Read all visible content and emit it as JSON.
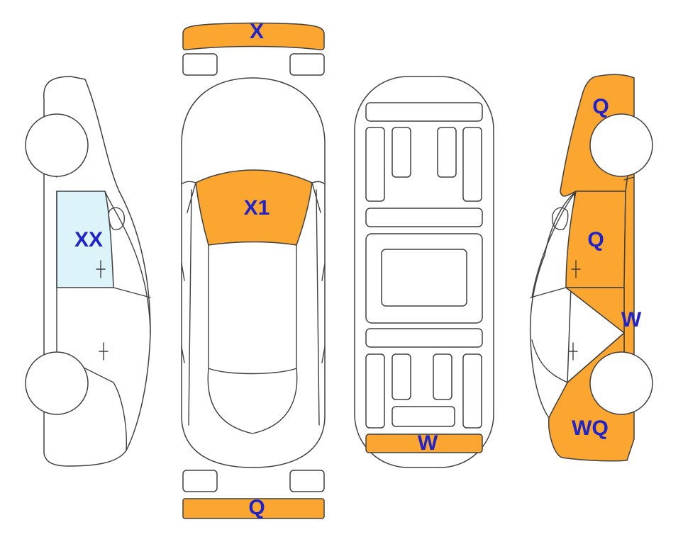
{
  "colors": {
    "damage": "#FAA630",
    "glass": "#DDF3FA",
    "label": "#1F23C8",
    "outline": "#404040"
  },
  "labels": {
    "front_bumper": "X",
    "windshield": "X1",
    "left_rear_window": "XX",
    "rear_bumper": "Q",
    "trunk_panel": "W",
    "right_front_fender": "Q",
    "right_front_door": "Q",
    "right_rear_door": "W",
    "right_rear_quarter": "WQ"
  }
}
